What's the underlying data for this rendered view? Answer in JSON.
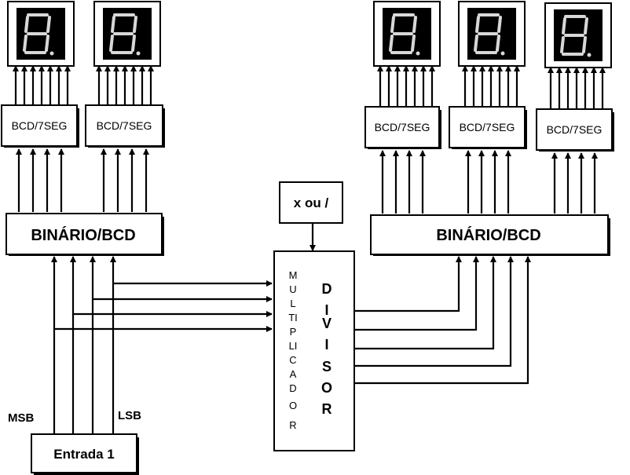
{
  "displays": [
    {
      "id": "d1"
    },
    {
      "id": "d2"
    },
    {
      "id": "d3"
    },
    {
      "id": "d4"
    },
    {
      "id": "d5"
    }
  ],
  "decoders": {
    "left_1": "BCD/7SEG",
    "left_2": "BCD/7SEG",
    "right_1": "BCD/7SEG",
    "right_2": "BCD/7SEG",
    "right_3": "BCD/7SEG"
  },
  "converters": {
    "left": "BINÁRIO/BCD",
    "right": "BINÁRIO/BCD"
  },
  "operation_select": "x ou /",
  "processor": {
    "multiplier_letters": [
      "M",
      "U",
      "L",
      "TI",
      "P",
      "LI",
      "C",
      "A",
      "D",
      "O",
      "R"
    ],
    "divider_letters": [
      "D",
      "I",
      "V",
      "I",
      "S",
      "O",
      "R"
    ]
  },
  "input": {
    "label": "Entrada 1",
    "msb_label": "MSB",
    "lsb_label": "LSB"
  }
}
